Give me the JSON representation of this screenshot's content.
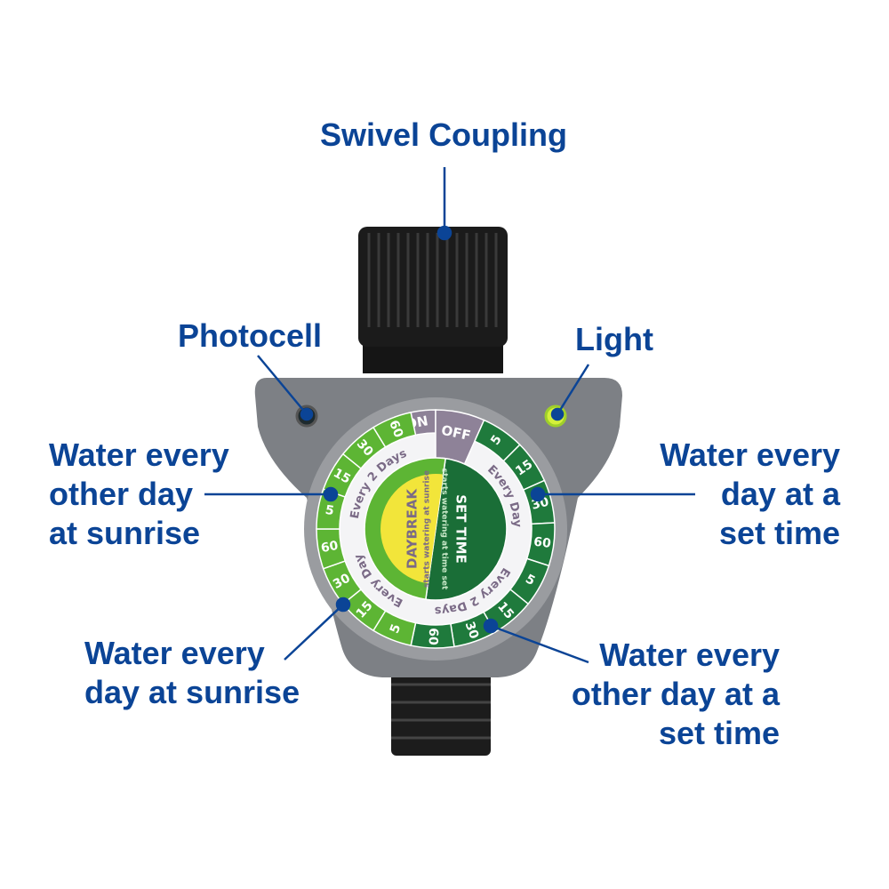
{
  "callouts": {
    "swivel": "Swivel Coupling",
    "photocell": "Photocell",
    "light": "Light",
    "left_top": [
      "Water every",
      "other day",
      "at sunrise"
    ],
    "right_top": [
      "Water every",
      "day at a",
      "set time"
    ],
    "left_bottom": [
      "Water every",
      "day at sunrise"
    ],
    "right_bottom": [
      "Water every",
      "other day at a",
      "set time"
    ]
  },
  "dial": {
    "on": "ON",
    "off": "OFF",
    "right_numbers": [
      "5",
      "15",
      "30",
      "60",
      "5",
      "15",
      "30",
      "60"
    ],
    "left_numbers": [
      "5",
      "15",
      "30",
      "60",
      "5",
      "15",
      "30",
      "60"
    ],
    "ring_labels": {
      "every_day_right": "Every Day",
      "every_2_days_right": "Every 2 Days",
      "every_day_left": "Every Day",
      "every_2_days_left": "Every 2 Days"
    },
    "daybreak": "DAYBREAK",
    "daybreak_sub": "starts watering at sunrise",
    "set_time": "SET TIME",
    "set_time_sub": "starts watering at time set"
  },
  "colors": {
    "callout": "#0b4496",
    "body": "#7d8085",
    "dark_green": "#1f7a3c",
    "light_green": "#5db534",
    "yellow": "#f2e53a",
    "onoff": "#8e8298",
    "led": "#d4f03a"
  }
}
